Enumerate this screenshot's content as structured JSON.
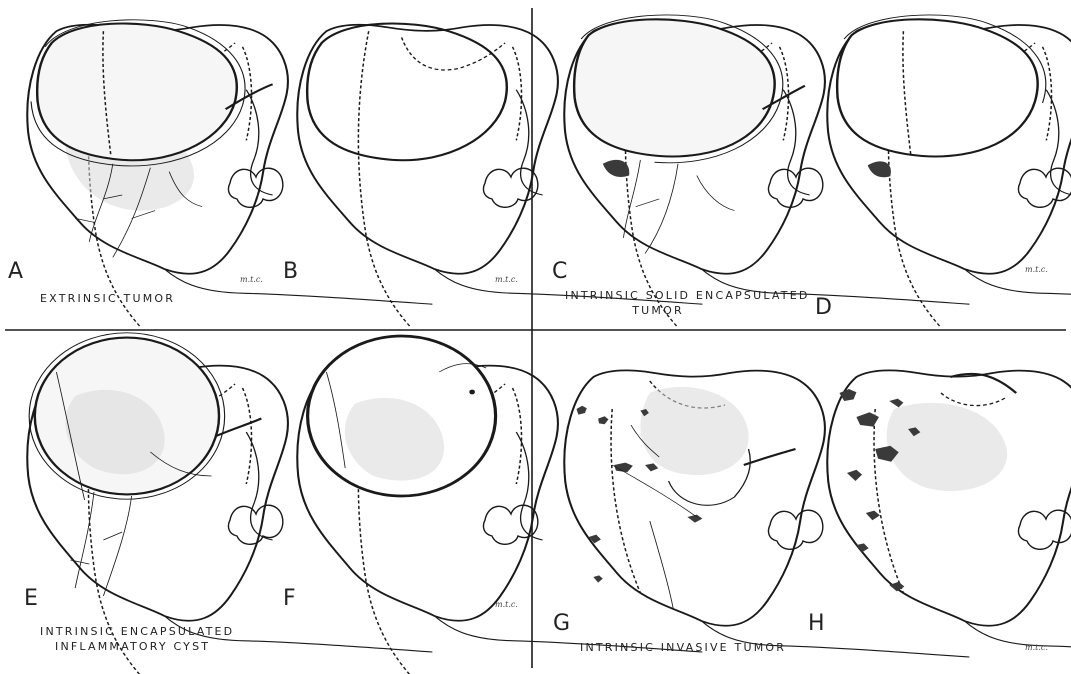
{
  "panels": [
    {
      "letter": "A"
    },
    {
      "letter": "B"
    },
    {
      "letter": "C"
    },
    {
      "letter": "D"
    },
    {
      "letter": "E"
    },
    {
      "letter": "F"
    },
    {
      "letter": "G"
    },
    {
      "letter": "H"
    }
  ],
  "captions": {
    "top_left": "EXTRINSIC TUMOR",
    "top_right_line1": "INTRINSIC SOLID ENCAPSULATED",
    "top_right_line2": "TUMOR",
    "bottom_left_line1": "INTRINSIC ENCAPSULATED",
    "bottom_left_line2": "INFLAMMATORY CYST",
    "bottom_right": "INTRINSIC INVASIVE TUMOR"
  },
  "signature": "m.t.c."
}
